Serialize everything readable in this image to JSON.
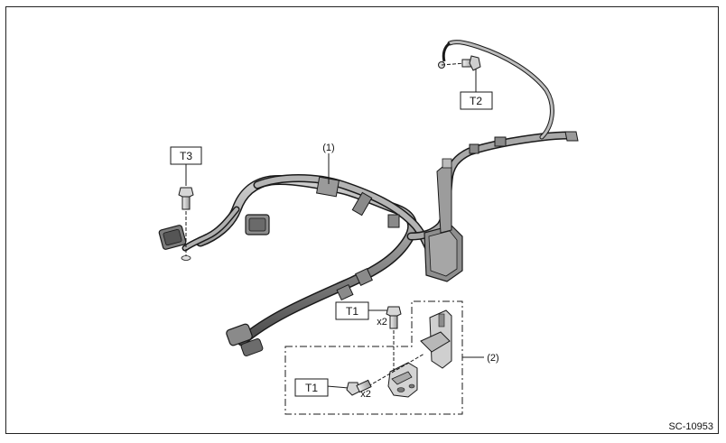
{
  "figure_id": "SC-10953",
  "callouts": {
    "t1_upper": "T1",
    "t1_lower": "T1",
    "t2": "T2",
    "t3": "T3",
    "part1": "(1)",
    "part2": "(2)",
    "qty_upper": "x2",
    "qty_lower": "x2"
  },
  "colors": {
    "line": "#1a1a1a",
    "harness_fill": "#9a9a9a",
    "harness_dark": "#5e5e5e",
    "harness_light": "#c8c8c8",
    "bolt_fill": "#d8d8d8"
  }
}
